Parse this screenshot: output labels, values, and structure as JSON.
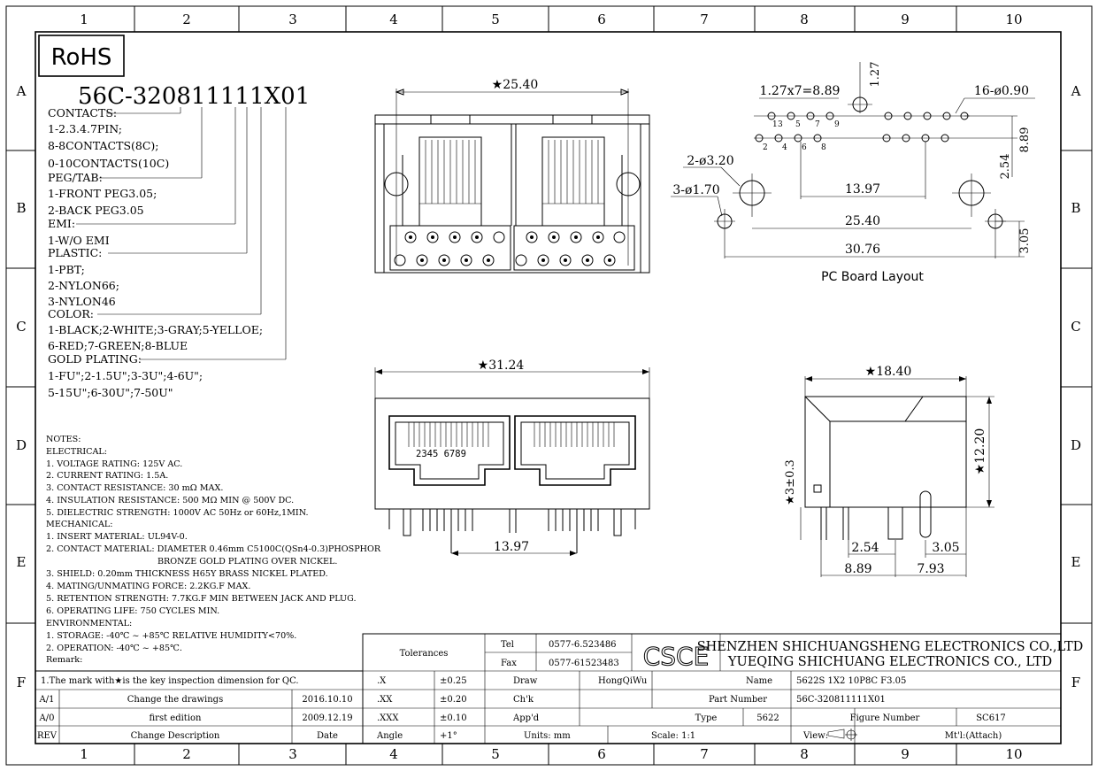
{
  "frame": {
    "cols": [
      "1",
      "2",
      "3",
      "4",
      "5",
      "6",
      "7",
      "8",
      "9",
      "10"
    ],
    "rows": [
      "A",
      "B",
      "C",
      "D",
      "E",
      "F"
    ]
  },
  "rohs": "RoHS",
  "part_code": "56C-320811111X01",
  "spec": [
    {
      "h": "CONTACTS:",
      "lines": [
        "1-2.3.4.7PIN;",
        "8-8CONTACTS(8C);",
        "0-10CONTACTS(10C)"
      ]
    },
    {
      "h": "PEG/TAB:",
      "lines": [
        "1-FRONT PEG3.05;",
        "2-BACK PEG3.05"
      ]
    },
    {
      "h": "EMI:",
      "lines": [
        "1-W/O EMI"
      ]
    },
    {
      "h": "PLASTIC:",
      "lines": [
        "1-PBT;",
        "2-NYLON66;",
        "3-NYLON46"
      ]
    },
    {
      "h": "COLOR:",
      "lines": [
        "1-BLACK;2-WHITE;3-GRAY;5-YELLOE;",
        "6-RED;7-GREEN;8-BLUE"
      ]
    },
    {
      "h": "GOLD PLATING:",
      "lines": [
        "1-FU\";2-1.5U\";3-3U\";4-6U\";",
        "5-15U\";6-30U\";7-50U\""
      ]
    }
  ],
  "notes": [
    "NOTES:",
    "ELECTRICAL:",
    "1. VOLTAGE RATING: 125V AC.",
    "2. CURRENT RATING: 1.5A.",
    "3. CONTACT RESISTANCE: 30 mΩ MAX.",
    "4. INSULATION RESISTANCE: 500 MΩ MIN @ 500V DC.",
    "5. DIELECTRIC STRENGTH: 1000V AC 50Hz or 60Hz,1MIN.",
    "MECHANICAL:",
    "1. INSERT MATERIAL: UL94V-0.",
    "2. CONTACT MATERIAL: DIAMETER 0.46mm C5100C(QSn4-0.3)PHOSPHOR",
    "BRONZE GOLD PLATING OVER NICKEL.",
    "3. SHIELD: 0.20mm THICKNESS H65Y BRASS NICKEL PLATED.",
    "4. MATING/UNMATING FORCE: 2.2KG.F MAX.",
    "5. RETENTION STRENGTH: 7.7KG.F MIN BETWEEN JACK AND PLUG.",
    "6. OPERATING LIFE: 750 CYCLES MIN.",
    "ENVIRONMENTAL:",
    "1. STORAGE: -40℃ ~ +85℃ RELATIVE HUMIDITY<70%.",
    "2. OPERATION: -40℃ ~ +85℃.",
    "Remark:"
  ],
  "remark": "1.The mark with★is the key inspection dimension for QC.",
  "front_top": {
    "dim": "★25.40"
  },
  "front_bottom": {
    "dim_top": "★31.24",
    "dim_bottom": "13.97",
    "pins": "2345 6789"
  },
  "side": {
    "dim_top": "★18.40",
    "dim_h": "★12.20",
    "dim_p": "★3±0.3",
    "d1": "2.54",
    "d2": "3.05",
    "d3": "8.89",
    "d4": "7.93"
  },
  "pcb": {
    "title": "PC Board Layout",
    "pitch": "1.27x7=8.89",
    "v127": "1.27",
    "holes16": "16-ø0.90",
    "h2": "2-ø3.20",
    "h3": "3-ø1.70",
    "d1397": "13.97",
    "d2540": "25.40",
    "d3076": "30.76",
    "v254": "2.54",
    "v889": "8.89",
    "v305": "3.05",
    "pin_odd": [
      "1",
      "3",
      "5",
      "7",
      "9"
    ],
    "pin_even": [
      "2",
      "4",
      "6",
      "8"
    ]
  },
  "title_block": {
    "tolerances": "Tolerances",
    "tol": [
      {
        "k": ".X",
        "v": "±0.25"
      },
      {
        "k": ".XX",
        "v": "±0.20"
      },
      {
        "k": ".XXX",
        "v": "±0.10"
      },
      {
        "k": "Angle",
        "v": "+1°"
      }
    ],
    "tel_label": "Tel",
    "tel": "0577-6.523486",
    "fax_label": "Fax",
    "fax": "0577-61523483",
    "logo": "CSCE",
    "company1": "SHENZHEN SHICHUANGSHENG ELECTRONICS CO.,LTD",
    "company2": "YUEQING SHICHUANG ELECTRONICS CO., LTD",
    "draw_label": "Draw",
    "draw": "HongQiWu",
    "chk_label": "Ch'k",
    "app_label": "App'd",
    "units": "Units: mm",
    "scale": "Scale: 1:1",
    "name_label": "Name",
    "name": "5622S 1X2 10P8C F3.05",
    "pn_label": "Part Number",
    "pn": "56C-320811111X01",
    "type_label": "Type",
    "type": "5622",
    "fig_label": "Figure Number",
    "fig": "SC617",
    "view_label": "View:",
    "mtl": "Mt'l:(Attach)"
  },
  "revisions": [
    {
      "rev": "A/1",
      "desc": "Change the drawings",
      "date": "2016.10.10"
    },
    {
      "rev": "A/0",
      "desc": "first edition",
      "date": "2009.12.19"
    },
    {
      "rev": "REV",
      "desc": "Change Description",
      "date": "Date"
    }
  ]
}
